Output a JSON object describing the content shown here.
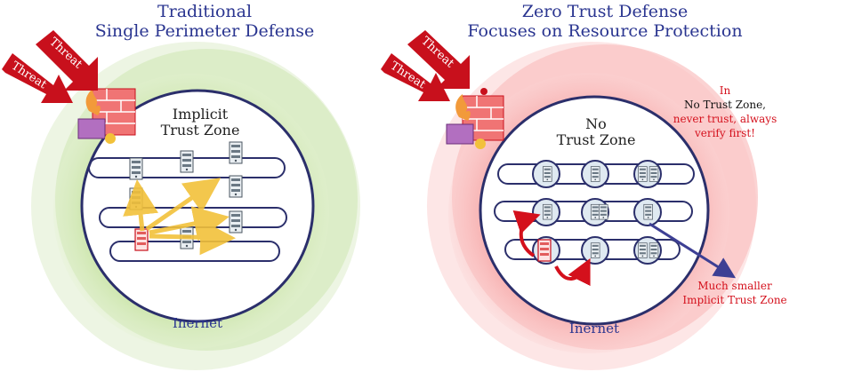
{
  "left": {
    "title_line1": "Traditional",
    "title_line2": "Single Perimeter Defense",
    "zone_line1": "Implicit",
    "zone_line2": "Trust Zone",
    "threat_label": "Threat",
    "internet_label": "Inernet"
  },
  "right": {
    "title_line1": "Zero Trust Defense",
    "title_line2": "Focuses on Resource Protection",
    "zone_line1": "No",
    "zone_line2": "Trust Zone",
    "threat_label": "Threat",
    "internet_label": "Inernet",
    "note_in": "In",
    "note_zone": "No Trust Zone,",
    "note_never": "never trust, always",
    "note_verify": "verify first!",
    "smaller_line1": "Much smaller",
    "smaller_line2": "Implicit Trust Zone"
  },
  "colors": {
    "title_blue": "#2a3590",
    "circle_border": "#2b2f6b",
    "green_halo": "#b7d98a",
    "red_halo": "#f08a8a",
    "threat_red": "#c8101c",
    "arrow_gold": "#f2c13a",
    "arrow_navy": "#3d3f94"
  }
}
